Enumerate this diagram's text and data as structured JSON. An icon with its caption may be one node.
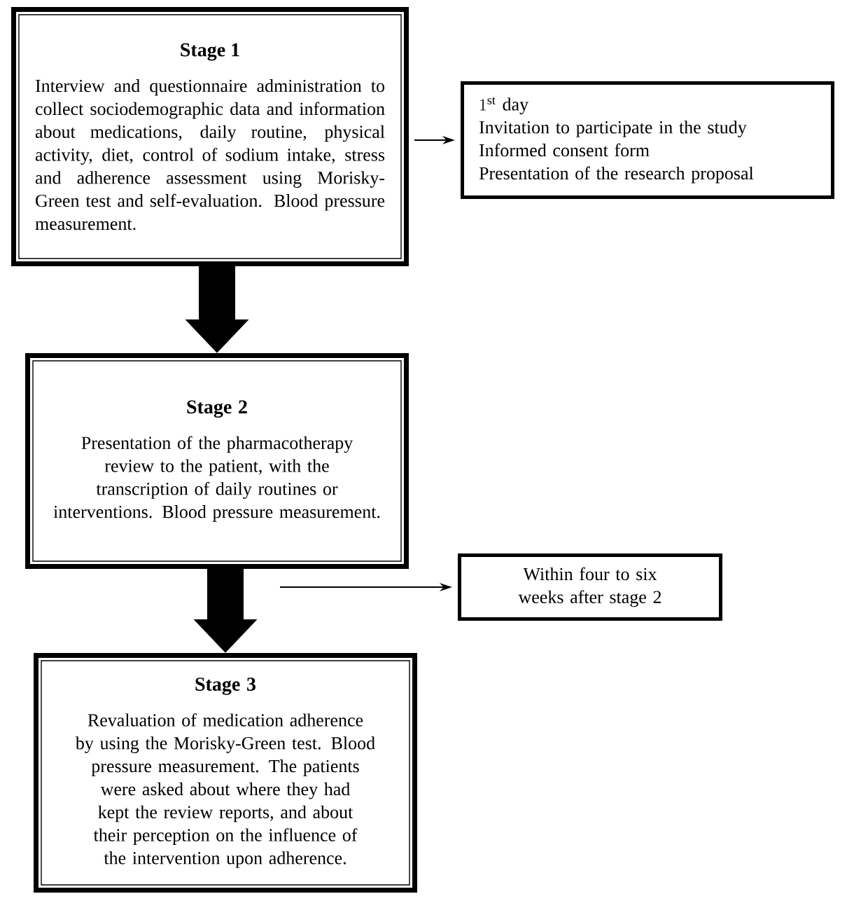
{
  "diagram": {
    "nodes": [
      {
        "text": [
          "Stage 1",
          "Interview and questionnaire administration to collect sociodemographic data and information about medications, daily routine, physical activity, diet, control of sodium intake, stress and adherence assessment using Morisky-Green test and self-evaluation. Blood pressure measurement."
        ]
      },
      {
        "text": [
          "1^{\\text{st}}\\text{ day}",
          "Invitation to participate in the study",
          "Informed consent form",
          "Presentation of the research proposal"
        ]
      },
      {
        "text": [
          "Stage 2",
          "Presentation of the pharmacotherapy review to the patient, with the transcription of daily routines or interventions. Blood pressure measurement."
        ]
      },
      {
        "text": [
          "Within four to six weeks after stage 2"
        ]
      },
      {
        "text": [
          "Stage 3",
          "Revaluation of medication adherence by using the Morisky-Green test. Blood pressure measurement. The patients were asked about where they had kept the review reports, and about their perception on the influence of the intervention upon adherence."
        ]
      }
    ],
    "edges": [
      {
        "from": 0,
        "to": 1,
        "arrow": "to"
      },
      {
        "from": 0,
        "to": 2,
        "arrow": "to",
        "style": "thick"
      },
      {
        "from": null,
        "to": 3,
        "arrow": "to"
      },
      {
        "from": 2,
        "to": 4,
        "arrow": "to",
        "style": "thick"
      }
    ]
  }
}
